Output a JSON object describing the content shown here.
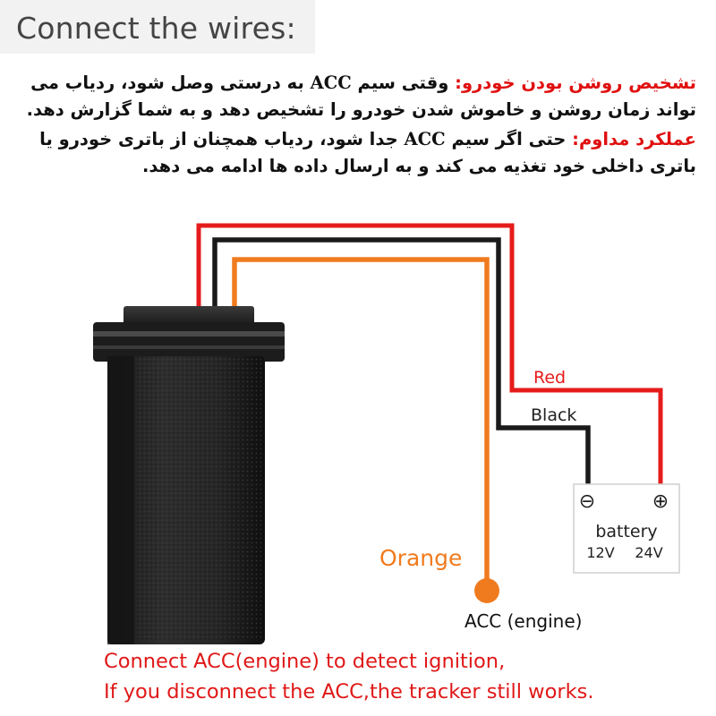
{
  "header": {
    "title": "Connect the wires:"
  },
  "instructions": {
    "p1_label": "تشخیص روشن بودن خودرو:",
    "p1_text_a": " وقتی سیم ",
    "p1_acc": "ACC",
    "p1_text_b": " به درستی وصل شود، ردیاب می تواند زمان روشن و خاموش شدن خودرو را تشخیص دهد و به شما گزارش دهد.",
    "p2_label": "عملکرد مداوم:",
    "p2_text_a": " حتی اگر سیم ",
    "p2_acc": "ACC",
    "p2_text_b": " جدا شود، ردیاب همچنان از باتری خودرو یا باتری داخلی خود تغذیه می کند و به ارسال داده ها ادامه می دهد."
  },
  "wires": {
    "red_label": "Red",
    "black_label": "Black",
    "orange_label": "Orange",
    "acc_label": "ACC (engine)"
  },
  "battery": {
    "minus_symbol": "⊖",
    "plus_symbol": "⊕",
    "label": "battery",
    "v12": "12V",
    "v24": "24V"
  },
  "footer": {
    "line1": "Connect ACC(engine) to detect ignition,",
    "line2": "If you disconnect the ACC,the tracker still works."
  },
  "colors": {
    "red_wire": "#e61b1b",
    "black_wire": "#1a1a1a",
    "orange_wire": "#f07b1e",
    "highlight_text": "#e01010"
  }
}
